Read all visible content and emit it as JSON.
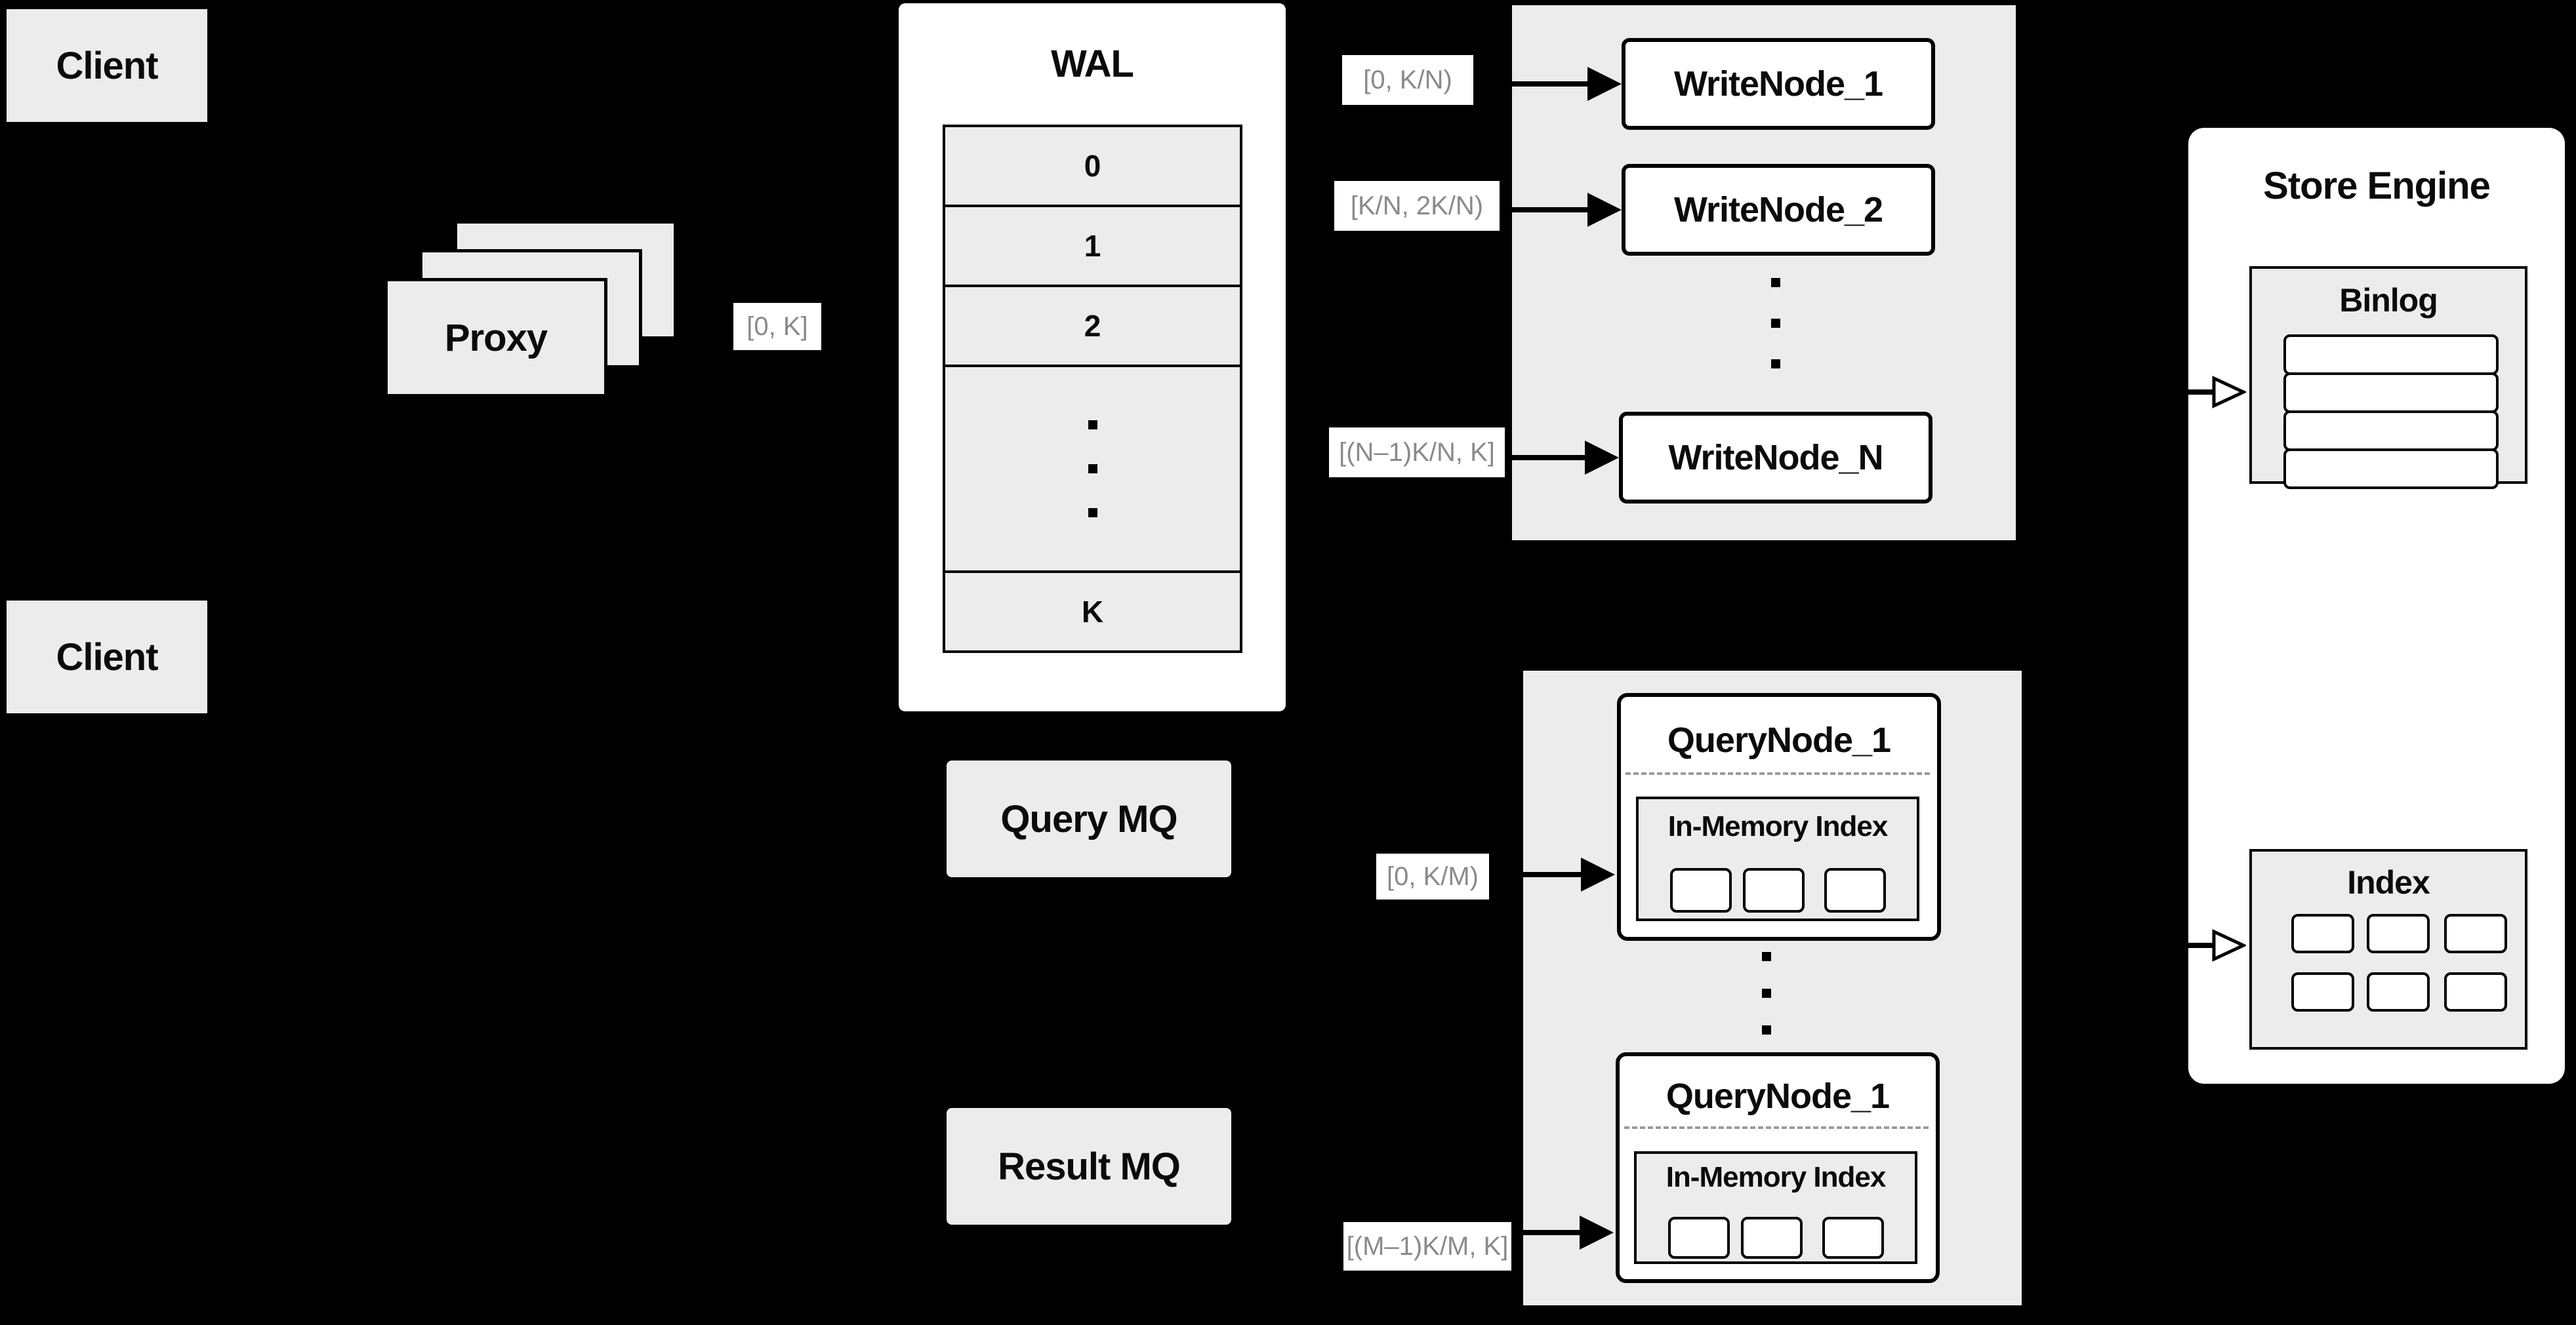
{
  "colors": {
    "background": "#000000",
    "panel_fill": "#ffffff",
    "box_fill": "#ececec",
    "line": "#000000",
    "muted_label_text": "#8a8a8a"
  },
  "clients": {
    "top_label": "Client",
    "bottom_label": "Client"
  },
  "proxy": {
    "label": "Proxy"
  },
  "flow_labels": {
    "proxy_out": "[0, K]",
    "write_1": "[0, K/N)",
    "write_2": "[K/N, 2K/N)",
    "write_n": "[(N–1)K/N, K]",
    "query_1": "[0, K/M)",
    "query_m": "[(M–1)K/M, K]"
  },
  "wal": {
    "title": "WAL",
    "rows": [
      "0",
      "1",
      "2",
      "K"
    ]
  },
  "write_cluster": {
    "nodes": [
      "WriteNode_1",
      "WriteNode_2",
      "WriteNode_N"
    ]
  },
  "store_engine": {
    "title": "Store Engine",
    "binlog": {
      "title": "Binlog",
      "row_count": 4
    },
    "index": {
      "title": "Index",
      "cell_rows": 2,
      "cell_cols": 3
    }
  },
  "queues": {
    "query_mq": "Query MQ",
    "result_mq": "Result MQ"
  },
  "query_cluster": {
    "nodes": [
      {
        "title": "QueryNode_1",
        "inner_title": "In-Memory Index",
        "cell_count": 3
      },
      {
        "title": "QueryNode_1",
        "inner_title": "In-Memory Index",
        "cell_count": 3
      }
    ]
  }
}
